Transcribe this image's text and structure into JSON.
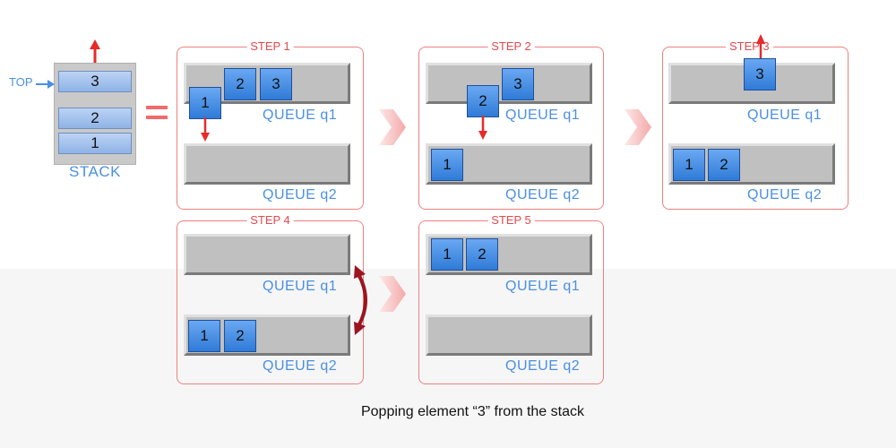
{
  "stack": {
    "top_label": "TOP",
    "label": "STACK",
    "items": [
      "3",
      "2",
      "1"
    ]
  },
  "steps": [
    {
      "title": "STEP 1",
      "q1": "QUEUE q1",
      "q2": "QUEUE q2",
      "q1_items": [
        "1",
        "2",
        "3"
      ],
      "q2_items": []
    },
    {
      "title": "STEP 2",
      "q1": "QUEUE q1",
      "q2": "QUEUE q2",
      "q1_items": [
        "2",
        "3"
      ],
      "q2_items": [
        "1"
      ]
    },
    {
      "title": "STEP 3",
      "q1": "QUEUE q1",
      "q2": "QUEUE q2",
      "q1_items": [
        "3"
      ],
      "q2_items": [
        "1",
        "2"
      ]
    },
    {
      "title": "STEP 4",
      "q1": "QUEUE q1",
      "q2": "QUEUE q2",
      "q1_items": [],
      "q2_items": [
        "1",
        "2"
      ]
    },
    {
      "title": "STEP 5",
      "q1": "QUEUE q1",
      "q2": "QUEUE q2",
      "q1_items": [
        "1",
        "2"
      ],
      "q2_items": []
    }
  ],
  "caption": "Popping element “3” from the stack",
  "colors": {
    "accent_red": "#e5484d",
    "label_blue": "#4a90e2",
    "item_blue": "#2f7bd8",
    "queue_grey": "#c0c0c0",
    "dark_red_arrow": "#9b1420"
  }
}
